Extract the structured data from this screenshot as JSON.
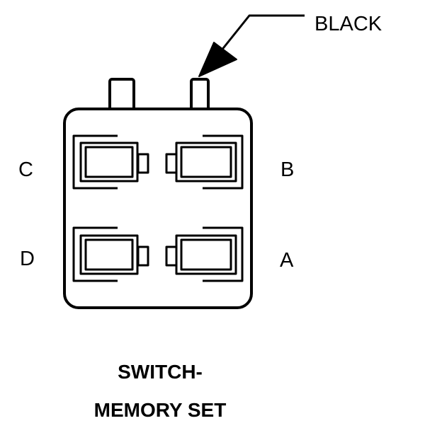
{
  "diagram": {
    "wire_color_label": "BLACK",
    "terminals": {
      "a": "A",
      "b": "B",
      "c": "C",
      "d": "D"
    },
    "title_line_1": "SWITCH-",
    "title_line_2": "MEMORY SET"
  }
}
